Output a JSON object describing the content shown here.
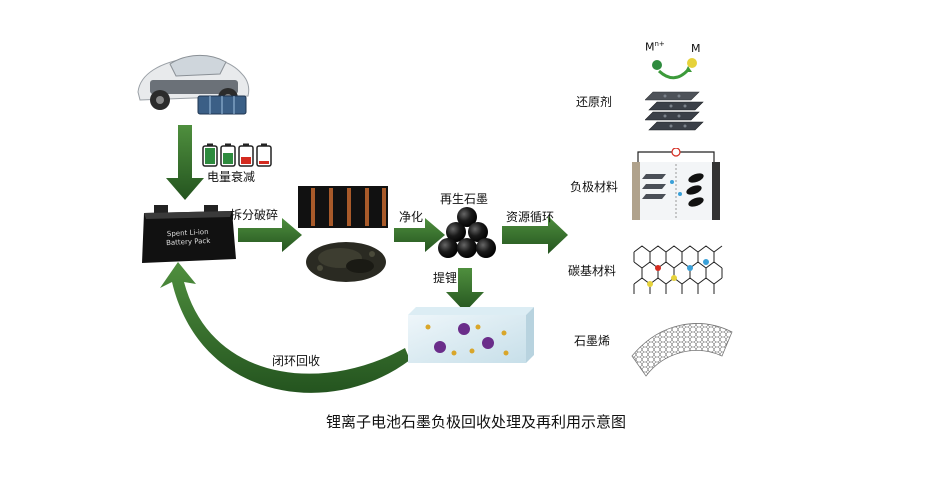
{
  "labels": {
    "battery_decay": "电量衰减",
    "crush": "拆分破碎",
    "regen_graphite": "再生石墨",
    "purify": "净化",
    "resource_cycle": "资源循环",
    "lithium_extract": "提锂",
    "closed_loop": "闭环回收",
    "reducing_agent": "还原剂",
    "anode_material": "负极材料",
    "carbon_material": "碳基材料",
    "graphene": "石墨烯",
    "ion_left": "M",
    "ion_left_sup": "n+",
    "ion_right": "M"
  },
  "battery_pack_text": [
    "Spent Li-ion",
    "Battery Pack"
  ],
  "caption": "锂离子电池石墨负极回收处理及再利用示意图",
  "colors": {
    "arrow_green": "#2f6b2a",
    "battery_red": "#d42a1f",
    "battery_green": "#2e8b3e"
  }
}
